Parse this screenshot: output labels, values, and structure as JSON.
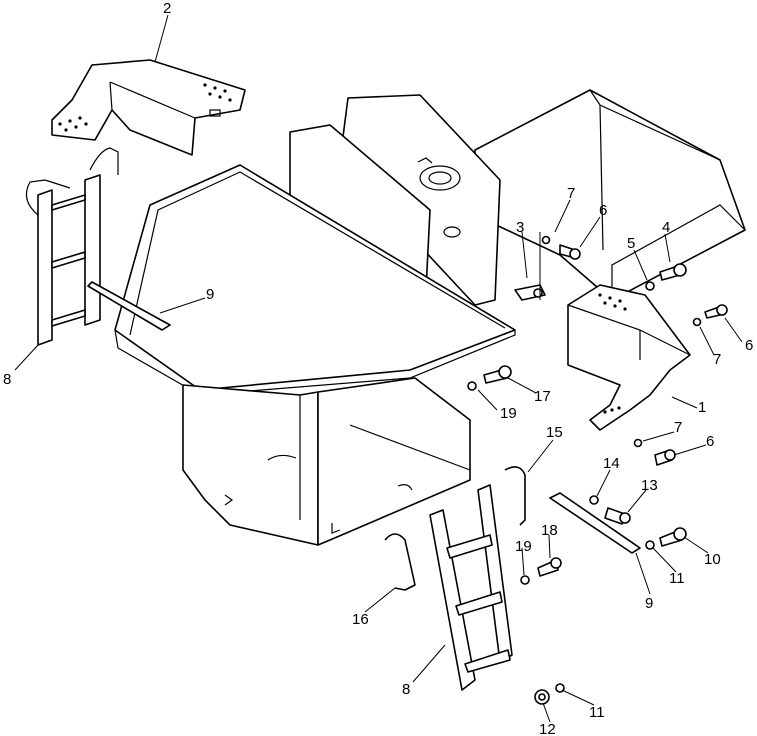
{
  "callouts": [
    {
      "id": "c-2a",
      "text": "2"
    },
    {
      "id": "c-8a",
      "text": "8"
    },
    {
      "id": "c-9a",
      "text": "9"
    },
    {
      "id": "c-7a",
      "text": "7"
    },
    {
      "id": "c-6a",
      "text": "6"
    },
    {
      "id": "c-3",
      "text": "3"
    },
    {
      "id": "c-5",
      "text": "5"
    },
    {
      "id": "c-4",
      "text": "4"
    },
    {
      "id": "c-6b",
      "text": "6"
    },
    {
      "id": "c-7b",
      "text": "7"
    },
    {
      "id": "c-1",
      "text": "1"
    },
    {
      "id": "c-17",
      "text": "17"
    },
    {
      "id": "c-19a",
      "text": "19"
    },
    {
      "id": "c-15",
      "text": "15"
    },
    {
      "id": "c-7c",
      "text": "7"
    },
    {
      "id": "c-6c",
      "text": "6"
    },
    {
      "id": "c-14",
      "text": "14"
    },
    {
      "id": "c-13",
      "text": "13"
    },
    {
      "id": "c-18",
      "text": "18"
    },
    {
      "id": "c-19b",
      "text": "19"
    },
    {
      "id": "c-10",
      "text": "10"
    },
    {
      "id": "c-11a",
      "text": "11"
    },
    {
      "id": "c-9b",
      "text": "9"
    },
    {
      "id": "c-16",
      "text": "16"
    },
    {
      "id": "c-8b",
      "text": "8"
    },
    {
      "id": "c-11b",
      "text": "11"
    },
    {
      "id": "c-12",
      "text": "12"
    }
  ]
}
